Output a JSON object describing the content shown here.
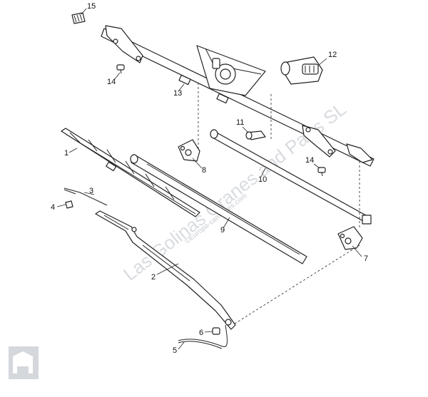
{
  "callouts": {
    "c1": "1",
    "c2": "2",
    "c3": "3",
    "c4": "4",
    "c5": "5",
    "c6": "6",
    "c7": "7",
    "c8": "8",
    "c9": "9",
    "c10": "10",
    "c11": "11",
    "c12": "12",
    "c13": "13",
    "c14a": "14",
    "c14b": "14",
    "c15": "15"
  },
  "watermark": {
    "main": "Las Golinas Granes and Parts SL",
    "sub": "©Europa-camiones.com"
  }
}
